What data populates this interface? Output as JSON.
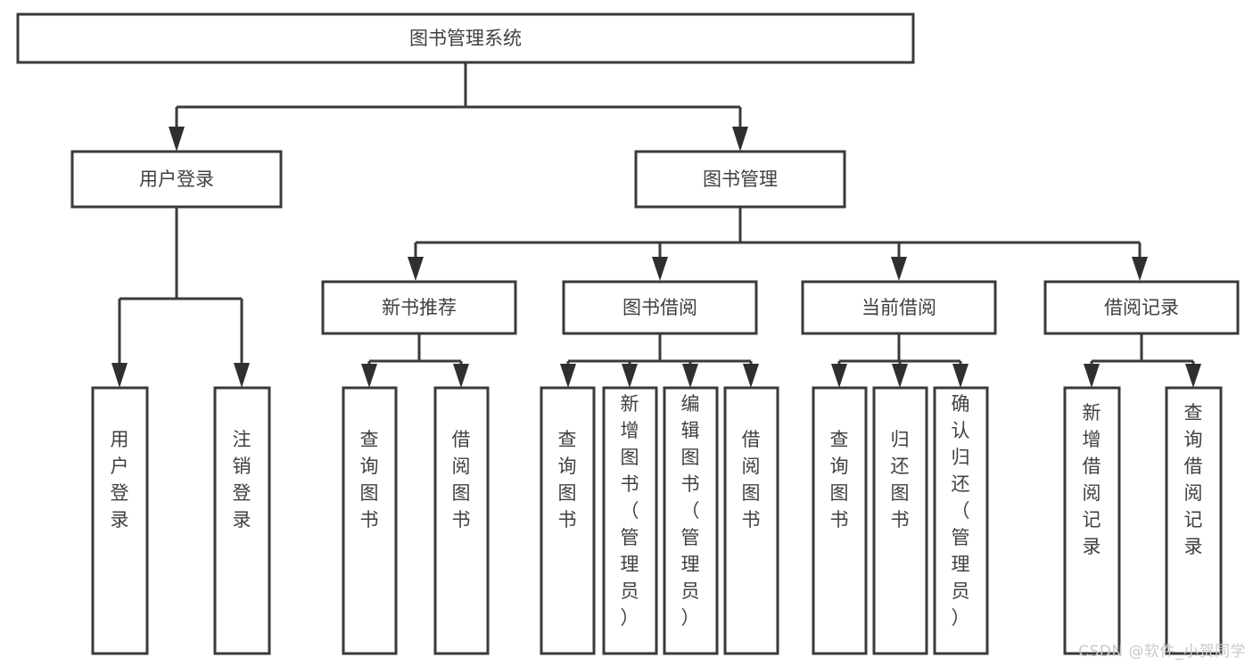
{
  "diagram": {
    "title": "图书管理系统",
    "type": "tree-hierarchy",
    "root": {
      "id": "root",
      "label": "图书管理系统",
      "orientation": "horizontal"
    },
    "level2": [
      {
        "id": "user-login",
        "label": "用户登录",
        "orientation": "horizontal"
      },
      {
        "id": "book-management",
        "label": "图书管理",
        "orientation": "horizontal"
      }
    ],
    "level3": [
      {
        "id": "new-book-recommend",
        "label": "新书推荐",
        "orientation": "horizontal"
      },
      {
        "id": "book-borrow",
        "label": "图书借阅",
        "orientation": "horizontal"
      },
      {
        "id": "current-borrow",
        "label": "当前借阅",
        "orientation": "horizontal"
      },
      {
        "id": "borrow-record",
        "label": "借阅记录",
        "orientation": "horizontal"
      }
    ],
    "leaves": {
      "user-login": [
        {
          "id": "leaf-user-login",
          "label": "用户登录",
          "orientation": "vertical"
        },
        {
          "id": "leaf-logout-login",
          "label": "注销登录",
          "orientation": "vertical"
        }
      ],
      "new-book-recommend": [
        {
          "id": "leaf-query-book-1",
          "label": "查询图书",
          "orientation": "vertical"
        },
        {
          "id": "leaf-borrow-book-1",
          "label": "借阅图书",
          "orientation": "vertical"
        }
      ],
      "book-borrow": [
        {
          "id": "leaf-query-book-2",
          "label": "查询图书",
          "orientation": "vertical"
        },
        {
          "id": "leaf-add-book-admin",
          "label": "新增图书（管理员）",
          "orientation": "vertical"
        },
        {
          "id": "leaf-edit-book-admin",
          "label": "编辑图书（管理员）",
          "orientation": "vertical"
        },
        {
          "id": "leaf-borrow-book-2",
          "label": "借阅图书",
          "orientation": "vertical"
        }
      ],
      "current-borrow": [
        {
          "id": "leaf-query-book-3",
          "label": "查询图书",
          "orientation": "vertical"
        },
        {
          "id": "leaf-return-book",
          "label": "归还图书",
          "orientation": "vertical"
        },
        {
          "id": "leaf-confirm-return-admin",
          "label": "确认归还（管理员）",
          "orientation": "vertical"
        }
      ],
      "borrow-record": [
        {
          "id": "leaf-add-borrow-record",
          "label": "新增借阅记录",
          "orientation": "vertical"
        },
        {
          "id": "leaf-query-borrow-record",
          "label": "查询借阅记录",
          "orientation": "vertical"
        }
      ]
    },
    "colors": {
      "box_fill": "#ffffff",
      "box_stroke": "#3a3a3a",
      "connector": "#3a3a3a",
      "text": "#404040",
      "background": "#ffffff",
      "watermark": "#c9c9c9"
    }
  },
  "watermark": {
    "text": "CSDN @软件_小贺同学"
  }
}
